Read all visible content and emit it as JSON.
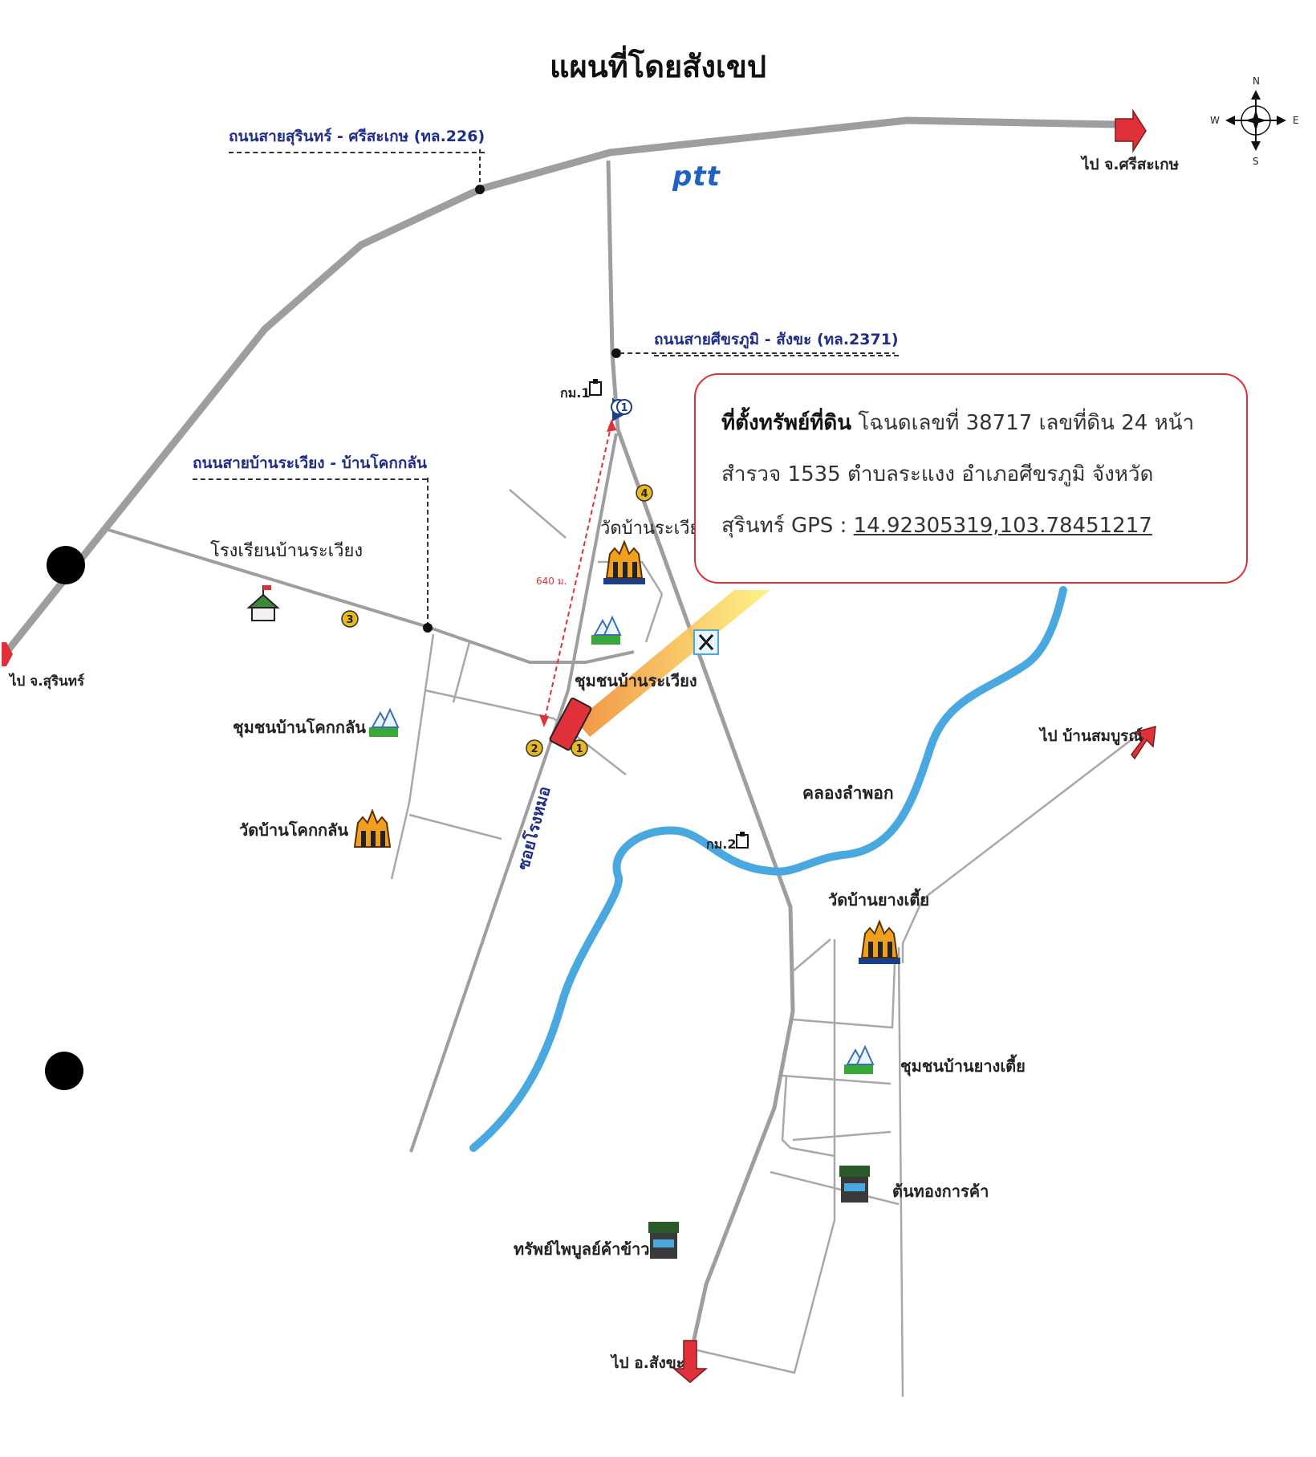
{
  "title": "แผนที่โดยสังเขป",
  "compass": {
    "n": "N",
    "s": "S",
    "e": "E",
    "w": "W"
  },
  "roads": {
    "surin_sisaket": "ถนนสายสุรินทร์ - ศรีสะเกษ (ทล.226)",
    "sikhoraphum_sangkha": "ถนนสายศีขรภูมิ - สังขะ (ทล.2371)",
    "ban_rawiang_khok_klan": "ถนนสายบ้านระเวียง - บ้านโคกกลัน",
    "soi_rongmisong": "ซอยโรงหมอ"
  },
  "destinations": {
    "sisaket": "ไป จ.ศรีสะเกษ",
    "surin": "ไป จ.สุรินทร์",
    "sangkha": "ไป อ.สังขะ",
    "somboon": "ไป บ้านสมบูรณ์"
  },
  "landmarks": {
    "ptt": "ptt",
    "km1": "กม.1",
    "km2": "กม.2",
    "wat_rawiang": "วัดบ้านระเวียง",
    "school_rawiang": "โรงเรียนบ้านระเวียง",
    "community_rawiang": "ชุมชนบ้านระเวียง",
    "community_khok_klan": "ชุมชนบ้านโคกกลัน",
    "wat_khok_klan": "วัดบ้านโคกกลัน",
    "canal": "คลองลำพอก",
    "wat_yang_tia": "วัดบ้านยางเตี้ย",
    "community_yang_tia": "ชุมชนบ้านยางเตี้ย",
    "tonthong": "ต้นทองการค้า",
    "sappaiboon": "ทรัพย์ไพบูลย์ค้าข้าว",
    "distance": "640 ม."
  },
  "markers": [
    "1",
    "2",
    "3",
    "4",
    "1"
  ],
  "info": {
    "heading": "ที่ตั้งทรัพย์ที่ดิน",
    "line1": "โฉนดเลขที่ 38717 เลขที่ดิน 24 หน้า",
    "line2": "สำรวจ 1535 ตำบลระแงง อำเภอศีขรภูมิ จังหวัด",
    "line3_prefix": "สุรินทร์ GPS : ",
    "gps": "14.92305319,103.78451217"
  },
  "colors": {
    "road": "#9e9e9e",
    "river": "#4aa8e0",
    "accent": "#e0303a",
    "roadLabel": "#1f2d8a"
  }
}
